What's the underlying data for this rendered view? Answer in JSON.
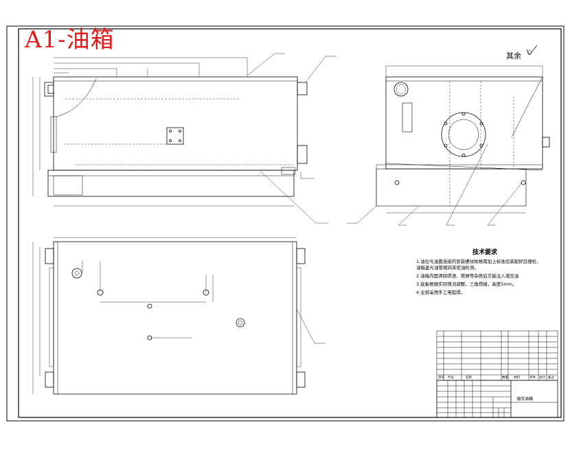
{
  "drawing": {
    "title_overlay": "A1-油箱",
    "roughness_note": "其余",
    "technical_requirements": {
      "heading": "技术要求",
      "notes": [
        "1.油位与油面连接的安装螺纹规格需加上标准后装配好后便检，\n油箱盖与油管相间夹密油检测。",
        "2.油箱内面清除焊渣、铁屑等杂质后方能注入液压油",
        "3.底板根据实际情况调整，三角焊缝，高度5mm。",
        "4.全部采用手工电弧焊。"
      ]
    },
    "title_block": {
      "drawing_name": "液压油箱",
      "col_headers": [
        "序号",
        "代号",
        "名称",
        "数量",
        "材料",
        "单件",
        "总计",
        "备注"
      ]
    },
    "colors": {
      "line": "#000000",
      "title": "#e21a1a",
      "background": "#ffffff"
    }
  }
}
